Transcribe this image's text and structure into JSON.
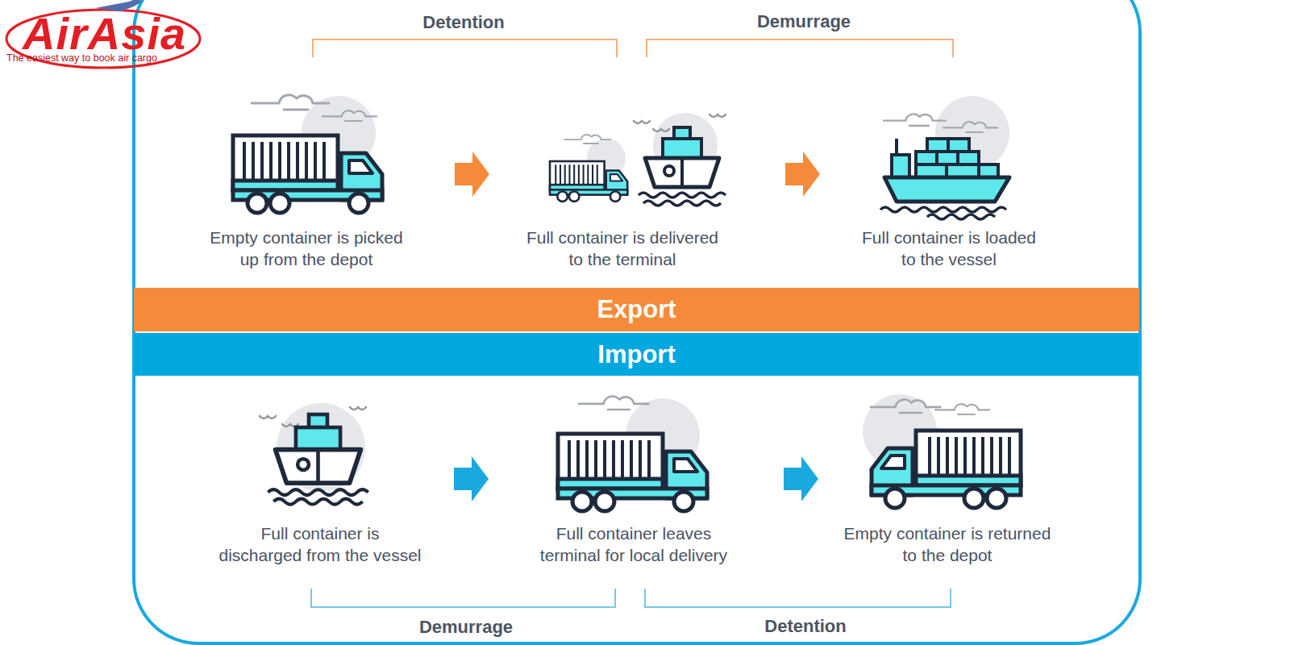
{
  "diagram": {
    "nodes": [
      {
        "text": [
          "Empty container is picked up from the depot"
        ]
      },
      {
        "text": [
          "Full container is delivered to the terminal"
        ]
      },
      {
        "text": [
          "Full container is loaded to the vessel"
        ]
      },
      {
        "text": [
          "Export"
        ]
      },
      {
        "text": [
          "Import"
        ]
      },
      {
        "text": [
          "Full container is discharged from the vessel"
        ]
      },
      {
        "text": [
          "Full container leaves terminal for local delivery"
        ]
      },
      {
        "text": [
          "Empty container is returned to the depot"
        ]
      }
    ],
    "edges": [
      {
        "from": 0,
        "to": 1,
        "arrow": "to"
      },
      {
        "from": 1,
        "to": 2,
        "arrow": "to"
      },
      {
        "from": 5,
        "to": 6,
        "arrow": "to"
      },
      {
        "from": 6,
        "to": 7,
        "arrow": "to"
      }
    ],
    "labels": [
      "AirAsia",
      "The easiest way to book air cargo",
      "Detention",
      "Demurrage",
      "Demurrage",
      "Detention"
    ]
  }
}
